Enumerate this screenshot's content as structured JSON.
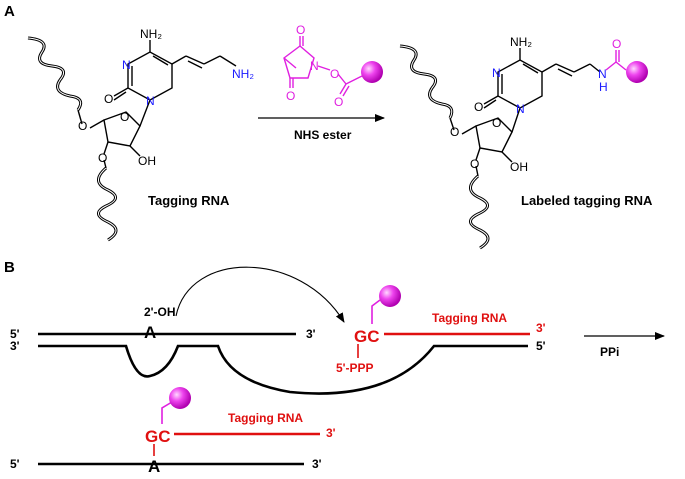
{
  "panel_a": {
    "label": "A",
    "left_molecule": {
      "nh2_top": "NH₂",
      "nh2_chain": "NH₂",
      "n_ring1": "N",
      "n_ring2": "N",
      "carbonyl_o": "O",
      "ring_o": "O",
      "oh": "OH",
      "o_5prime": "O",
      "o_3prime": "O",
      "caption": "Tagging RNA"
    },
    "reagent": {
      "o_top": "O",
      "o_bottom": "O",
      "n": "N",
      "o_link": "O",
      "o_ester": "O",
      "arrow_label": "NHS ester"
    },
    "right_molecule": {
      "nh2_top": "NH₂",
      "n_ring1": "N",
      "n_ring2": "N",
      "carbonyl_o": "O",
      "ring_o": "O",
      "oh": "OH",
      "o_5prime": "O",
      "o_3prime": "O",
      "amide_o": "O",
      "amide_n": "N",
      "amide_h": "H",
      "caption": "Labeled tagging RNA"
    }
  },
  "panel_b": {
    "label": "B",
    "top_strand_5": "5'",
    "top_strand_3": "3'",
    "bottom_strand_3": "3'",
    "bottom_strand_5": "5'",
    "oh_label": "2'-OH",
    "a_label": "A",
    "gc_label": "GC",
    "ppp_label": "5'-PPP",
    "tagging_label": "Tagging RNA",
    "tagging_3": "3'",
    "ppi_label": "PPi",
    "product": {
      "gc_label": "GC",
      "tagging_label": "Tagging RNA",
      "tagging_3": "3'",
      "strand_5": "5'",
      "strand_3": "3'",
      "a_label": "A"
    }
  },
  "colors": {
    "black": "#000000",
    "magenta": "#e020e0",
    "blue": "#1a1aff",
    "red": "#e01010",
    "sphere": "#e030e0"
  }
}
